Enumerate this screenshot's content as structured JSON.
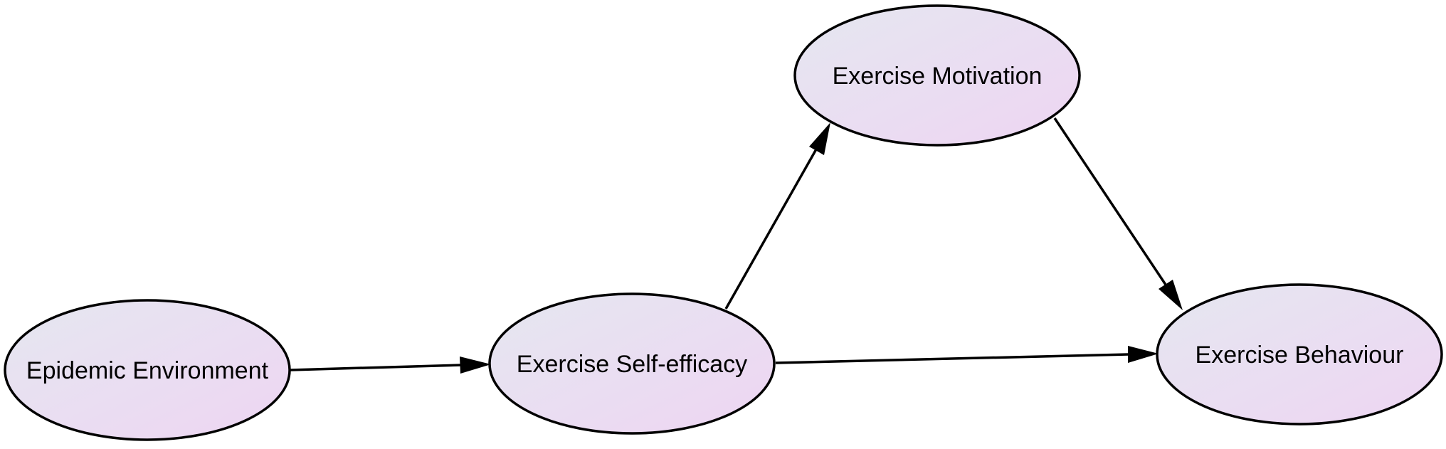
{
  "nodes": {
    "epidemic_environment": {
      "label": "Epidemic Environment"
    },
    "exercise_self_efficacy": {
      "label": "Exercise Self-efficacy"
    },
    "exercise_motivation": {
      "label": "Exercise Motivation"
    },
    "exercise_behaviour": {
      "label": "Exercise Behaviour"
    }
  },
  "edges": [
    {
      "from": "Epidemic Environment",
      "to": "Exercise Self-efficacy"
    },
    {
      "from": "Exercise Self-efficacy",
      "to": "Exercise Motivation"
    },
    {
      "from": "Exercise Self-efficacy",
      "to": "Exercise Behaviour"
    },
    {
      "from": "Exercise Motivation",
      "to": "Exercise Behaviour"
    }
  ],
  "colors": {
    "node_fill_start": "#e5e7f0",
    "node_fill_end": "#eed5f3",
    "stroke": "#000000"
  }
}
